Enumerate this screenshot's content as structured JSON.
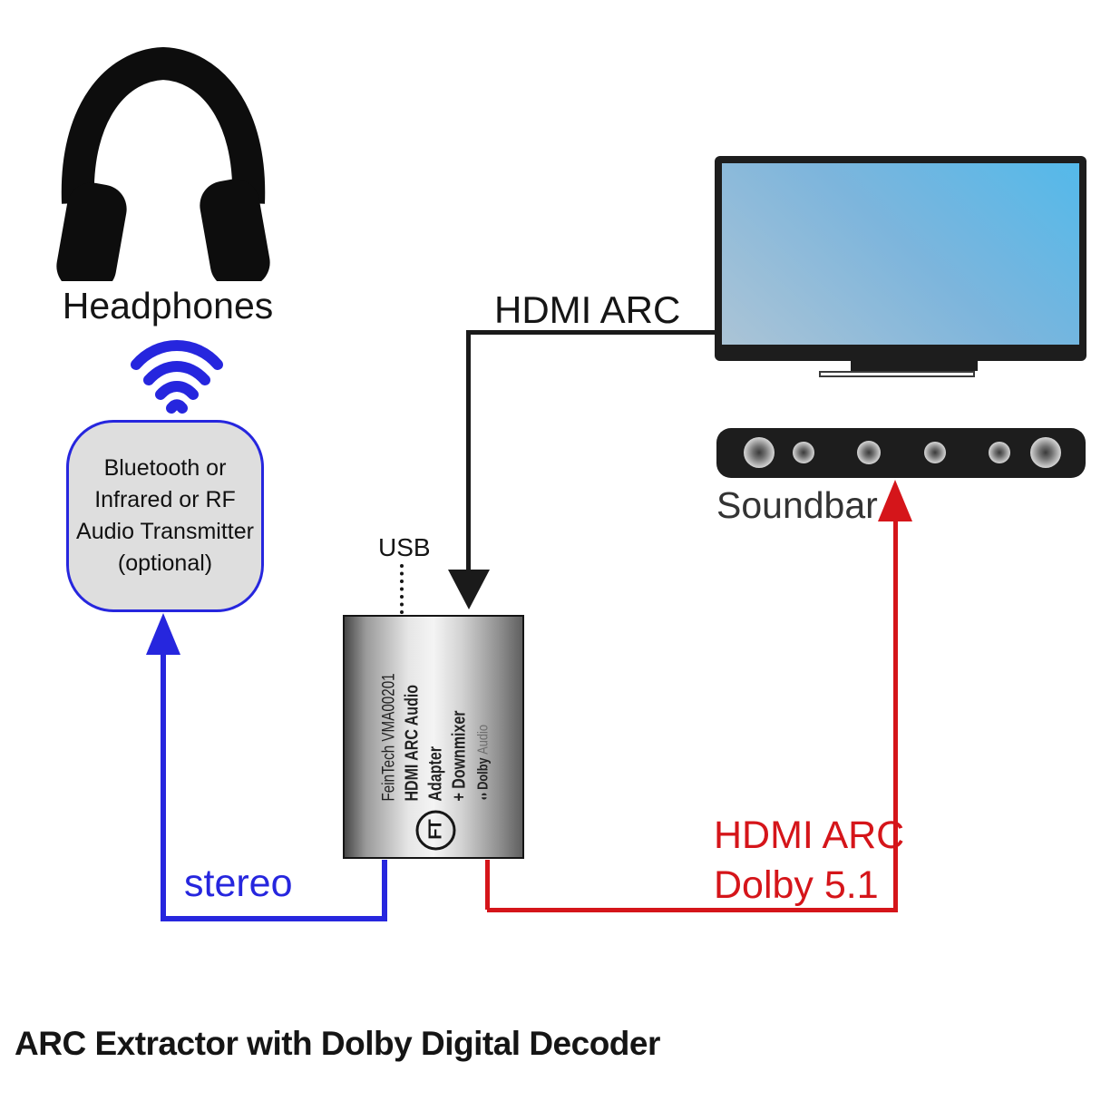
{
  "title": "ARC Extractor with Dolby Digital Decoder",
  "colors": {
    "blue": "#2626de",
    "red": "#d5151a",
    "line_black": "#1a1a1a",
    "tv_screen_bright": "#54b9ea",
    "tv_screen_dim": "#abc4d6"
  },
  "headphones": {
    "label": "Headphones",
    "icon": "headphones-icon"
  },
  "wireless": {
    "icon": "wifi-signal-icon"
  },
  "transmitter": {
    "lines": [
      "Bluetooth or",
      "Infrared or RF",
      "Audio Transmitter",
      "(optional)"
    ]
  },
  "tv": {
    "icon": "tv-icon"
  },
  "soundbar": {
    "label": "Soundbar",
    "icon": "soundbar-icon"
  },
  "connections": {
    "hdmi_arc_label": "HDMI ARC",
    "usb_label": "USB",
    "stereo_label": "stereo",
    "red_label_line1": "HDMI ARC",
    "red_label_line2": "Dolby 5.1"
  },
  "adapter": {
    "brand_line": "FeinTech VMA00201",
    "product_line": "HDMI ARC Audio Adapter",
    "feature_line": "+ Downmixer",
    "dolby_glyph": "◖◗",
    "dolby_word": "Dolby",
    "dolby_word2": "Audio",
    "ft_monogram": "FT"
  }
}
